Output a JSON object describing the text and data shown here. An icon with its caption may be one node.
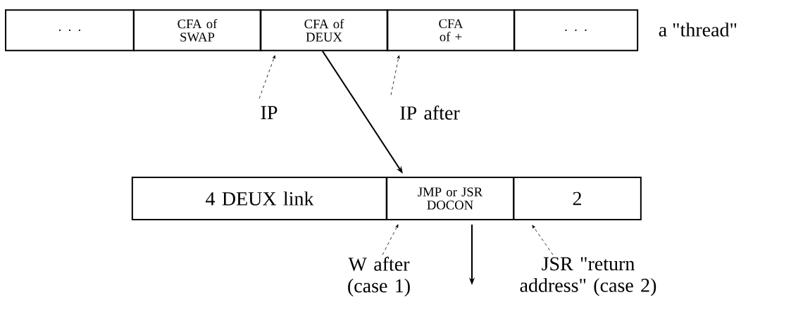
{
  "diagram": {
    "nodes": [
      {
        "text": [
          ". . ."
        ]
      },
      {
        "text": [
          "CFA of SWAP"
        ]
      },
      {
        "text": [
          "CFA of DEUX"
        ]
      },
      {
        "text": [
          "CFA of +"
        ]
      },
      {
        "text": [
          ". . ."
        ]
      },
      {
        "text": [
          "4 DEUX link"
        ]
      },
      {
        "text": [
          "JMP or JSR DOCON"
        ]
      },
      {
        "text": [
          "2"
        ]
      },
      {
        "text": [
          "IP"
        ]
      },
      {
        "text": [
          "IP after"
        ]
      },
      {
        "text": [
          "W after (case 1)"
        ]
      },
      {
        "text": [
          "JSR \"return address\" (case 2)"
        ]
      }
    ],
    "edges": [
      {
        "from": 2,
        "to": 6,
        "arrow": "to"
      },
      {
        "from": 8,
        "to": 2,
        "arrow": "to",
        "style": "dashed"
      },
      {
        "from": 9,
        "to": 3,
        "arrow": "to",
        "style": "dashed"
      },
      {
        "from": 10,
        "to": 6,
        "arrow": "to",
        "style": "dashed"
      },
      {
        "from": 11,
        "to": 7,
        "arrow": "to",
        "style": "dashed"
      },
      {
        "from": 6,
        "to": null,
        "arrow": "to"
      }
    ],
    "labels": [
      "a \"thread\""
    ]
  }
}
